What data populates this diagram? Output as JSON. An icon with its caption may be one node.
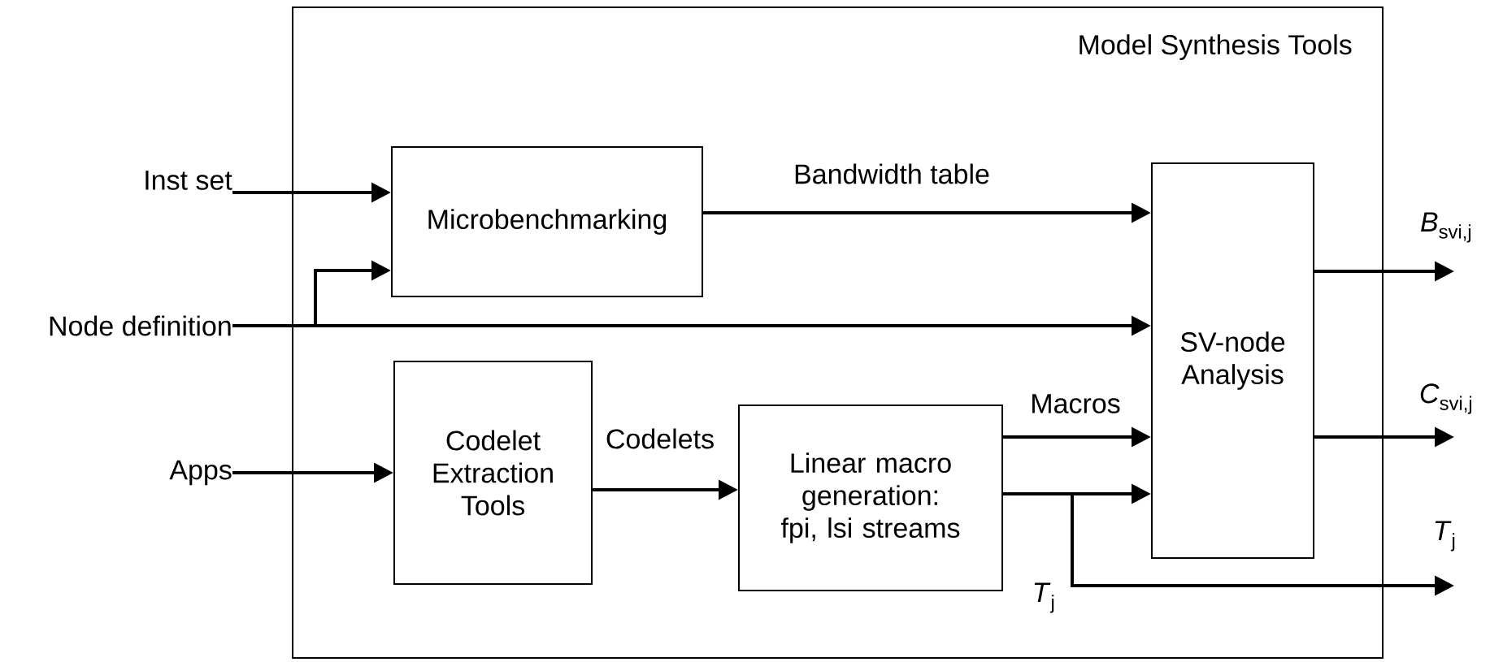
{
  "diagram": {
    "nodes": [
      {
        "text": [
          "Model Synthesis Tools"
        ]
      },
      {
        "text": [
          "Microbenchmarking"
        ],
        "in": 0
      },
      {
        "text": [
          "Codelet Extraction Tools"
        ],
        "in": 0
      },
      {
        "text": [
          "Linear macro generation: fpi, lsi streams"
        ],
        "in": 0
      },
      {
        "text": [
          "SV-node Analysis"
        ],
        "in": 0
      },
      {
        "text": [
          "Inst set"
        ]
      },
      {
        "text": [
          "Node definition"
        ]
      },
      {
        "text": [
          "Apps"
        ]
      }
    ],
    "edges": [
      {
        "from": 5,
        "to": 1,
        "arrow": "to"
      },
      {
        "from": 6,
        "to": 1,
        "arrow": "to"
      },
      {
        "from": 6,
        "to": 4,
        "arrow": "to"
      },
      {
        "from": 7,
        "to": 2,
        "arrow": "to"
      },
      {
        "from": 1,
        "to": 4,
        "arrow": "to",
        "label": "Bandwidth table"
      },
      {
        "from": 2,
        "to": 3,
        "arrow": "to",
        "label": "Codelets"
      },
      {
        "from": 3,
        "to": 4,
        "arrow": "to",
        "label": "Macros"
      },
      {
        "from": 3,
        "to": 4,
        "arrow": "to"
      },
      {
        "from": 3,
        "to": null,
        "arrow": "to",
        "label": "*T*$_{j}$"
      },
      {
        "from": 4,
        "to": null,
        "arrow": "to",
        "label": "*B*$_{svi,j}$"
      },
      {
        "from": 4,
        "to": null,
        "arrow": "to",
        "label": "*C*$_{svi,j}$"
      }
    ],
    "labels": [
      "*T*$_{j}$"
    ]
  }
}
